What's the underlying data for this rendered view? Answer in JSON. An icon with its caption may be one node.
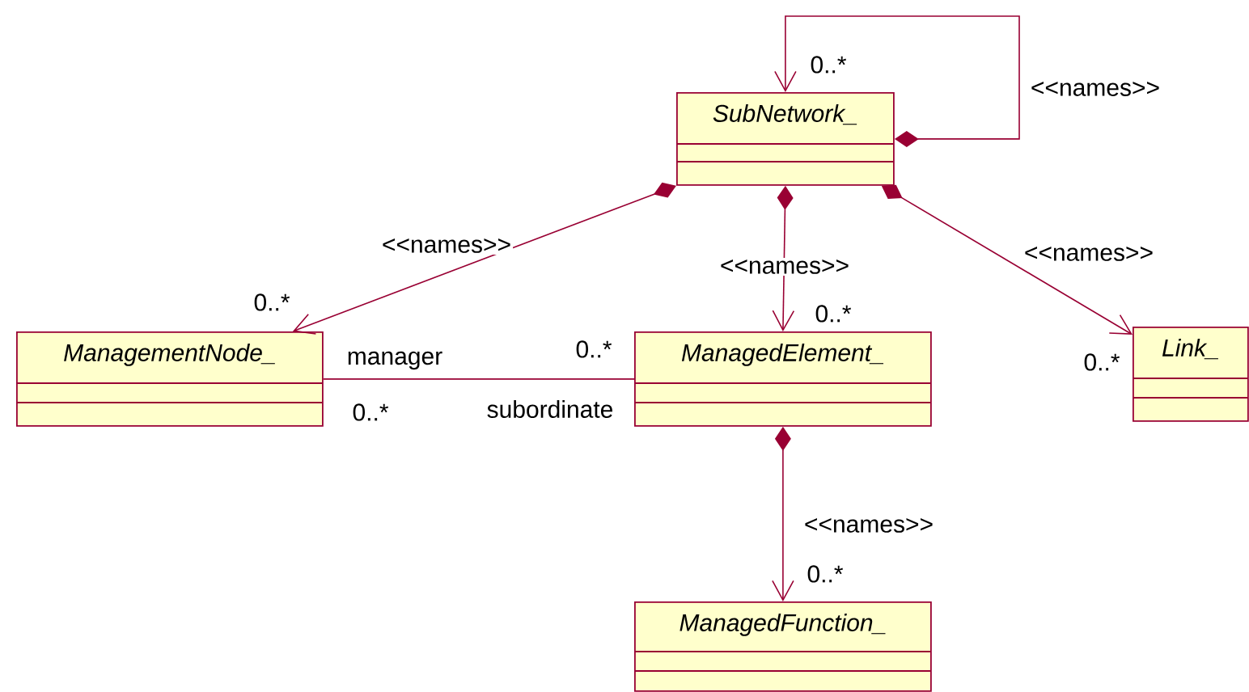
{
  "diagram": {
    "nodes": [
      {
        "text": [
          "SubNetwork_"
        ]
      },
      {
        "text": [
          "ManagementNode_"
        ]
      },
      {
        "text": [
          "ManagedElement_"
        ]
      },
      {
        "text": [
          "Link_"
        ]
      },
      {
        "text": [
          "ManagedFunction_"
        ]
      }
    ],
    "edges": [
      {
        "from": 0,
        "to": 0,
        "arrow": "to",
        "label": "<<names>>"
      },
      {
        "from": 0,
        "to": 1,
        "arrow": "to",
        "label": "<<names>>"
      },
      {
        "from": 0,
        "to": 2,
        "arrow": "to",
        "label": "<<names>>"
      },
      {
        "from": 0,
        "to": 3,
        "arrow": "to",
        "label": "<<names>>"
      },
      {
        "from": 1,
        "to": 2,
        "arrow": "none"
      },
      {
        "from": 2,
        "to": 4,
        "arrow": "to",
        "label": "<<names>>"
      }
    ],
    "labels": [
      "0..*",
      "0..*",
      "0..*",
      "manager",
      "0..*",
      "0..*",
      "0..*",
      "subordinate",
      "0..*"
    ]
  }
}
